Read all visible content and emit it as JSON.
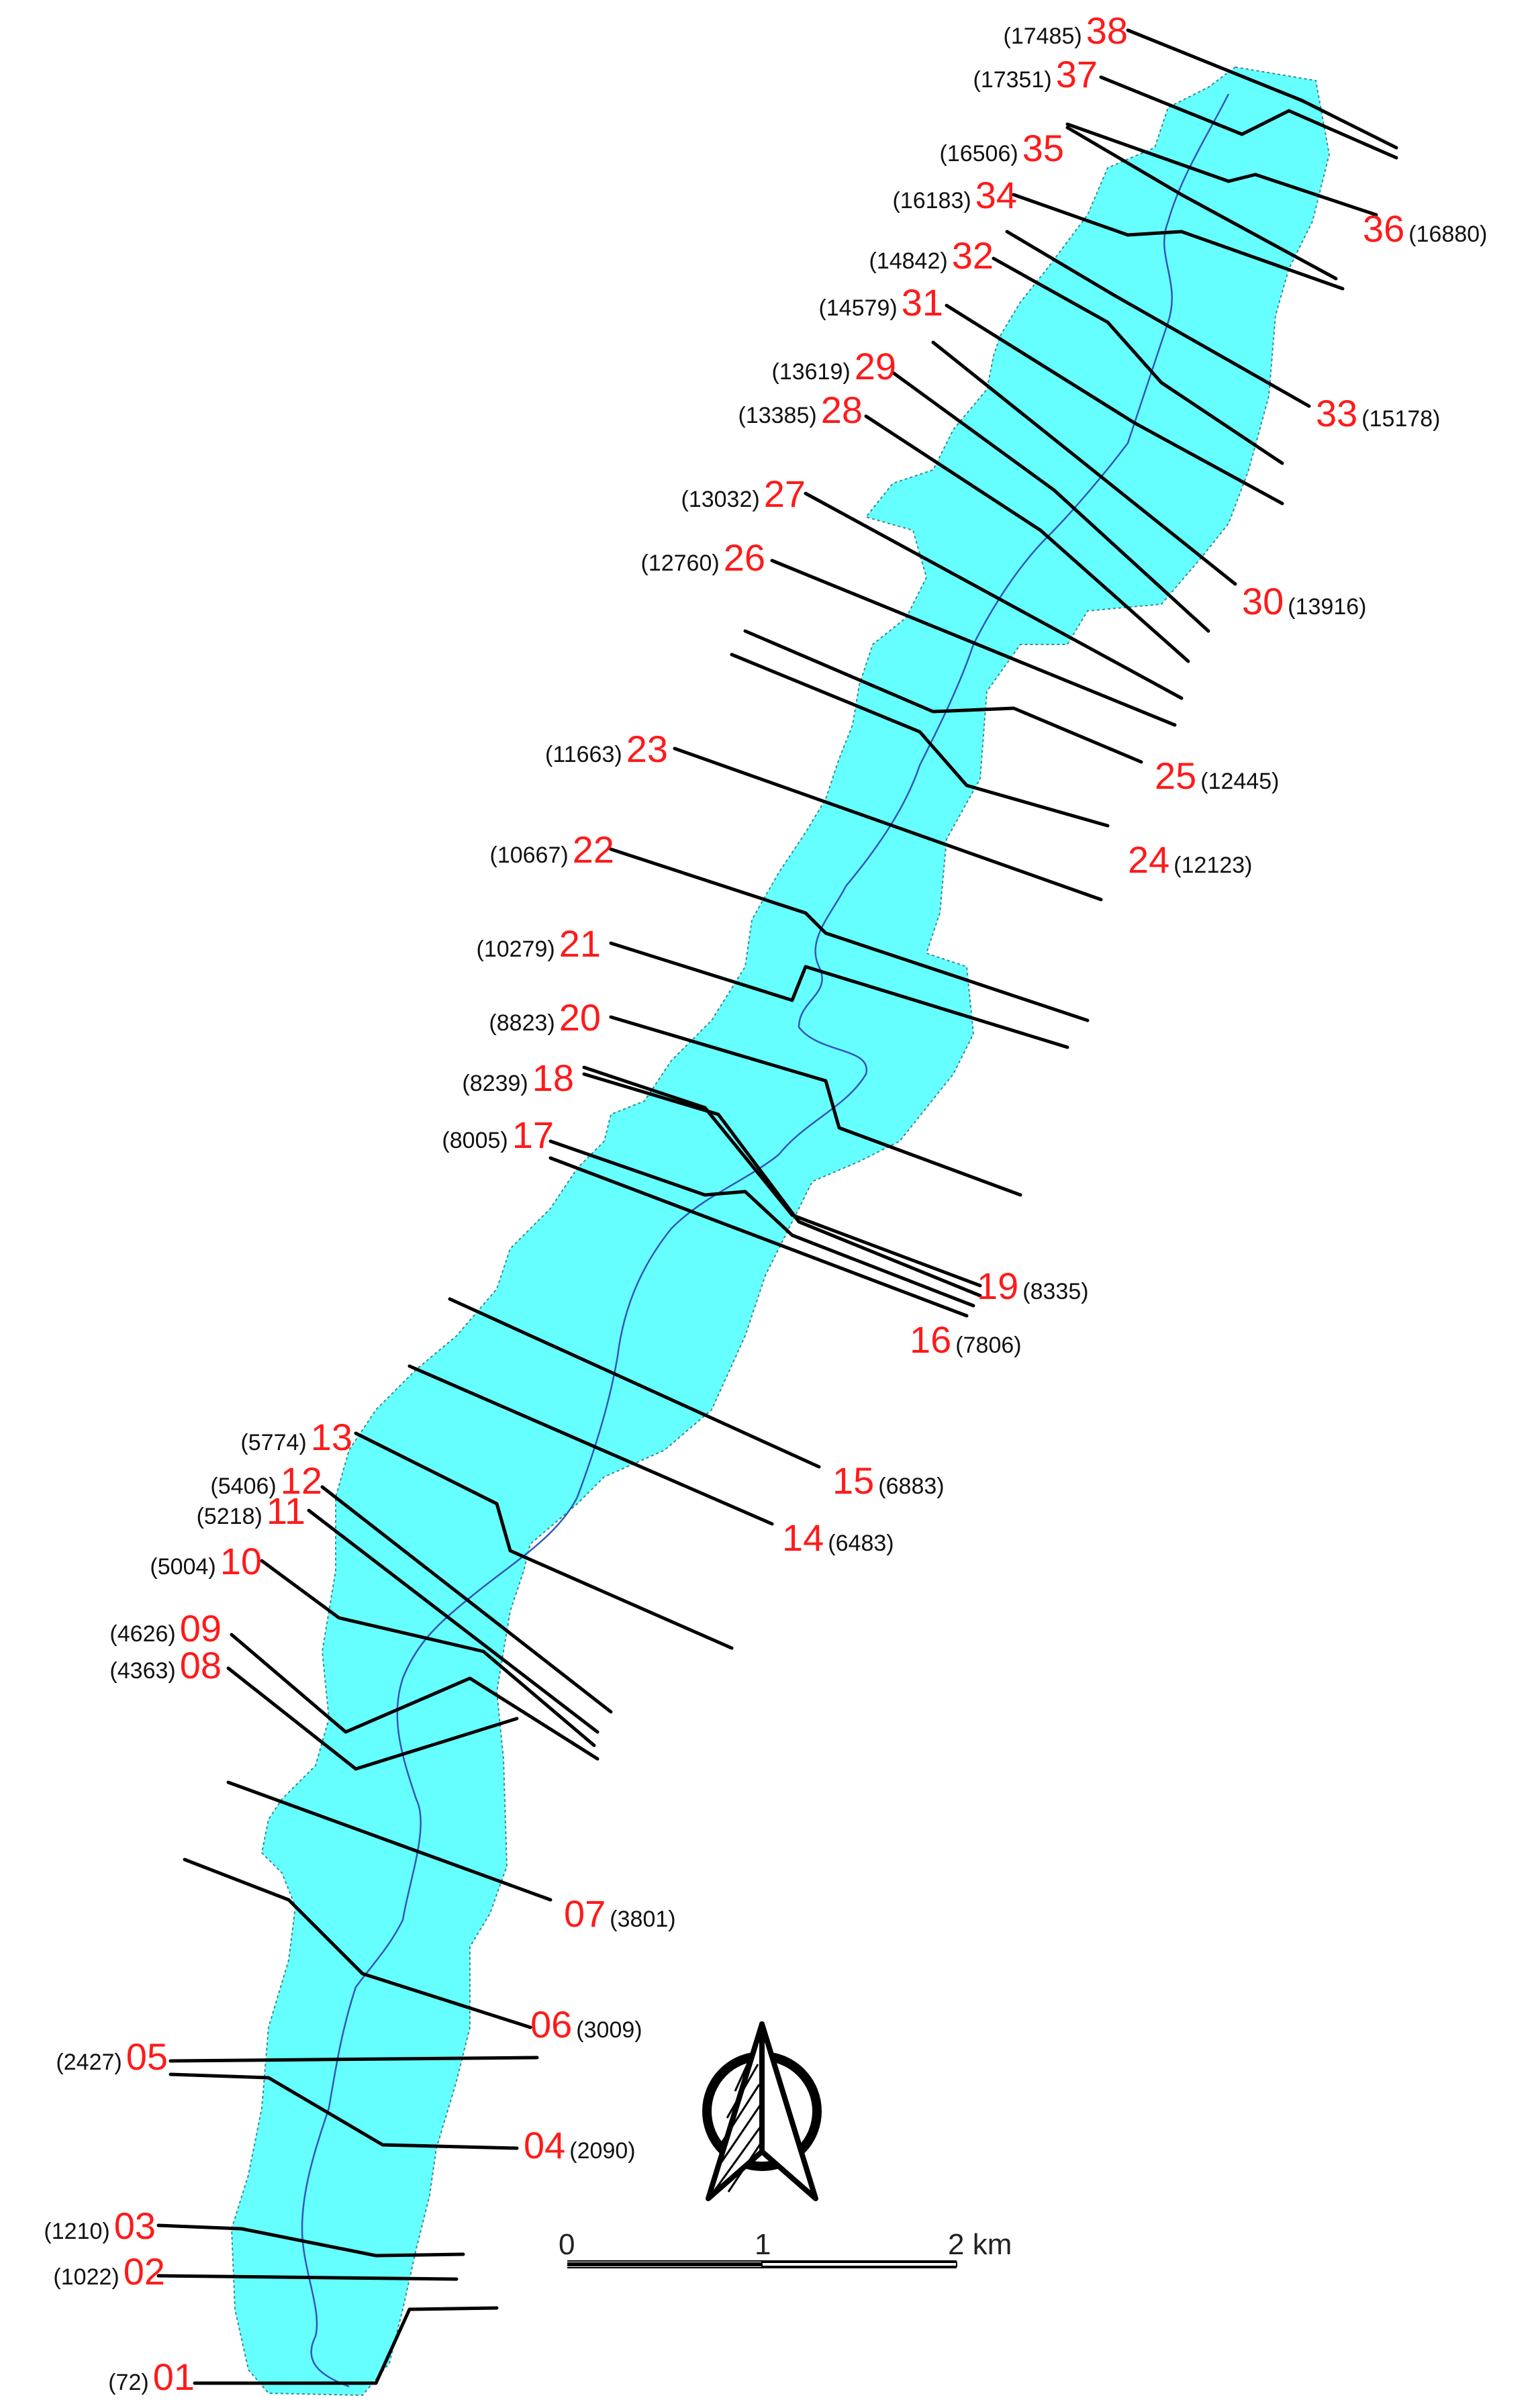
{
  "map": {
    "colors": {
      "river_corridor": "#66ffff",
      "stream": "#3355bb",
      "section_line": "#000000",
      "section_number": "#ff1a1a",
      "chainage_text": "#111111"
    },
    "cross_sections": [
      {
        "id": "01",
        "chainage": "(72)"
      },
      {
        "id": "02",
        "chainage": "(1022)"
      },
      {
        "id": "03",
        "chainage": "(1210)"
      },
      {
        "id": "04",
        "chainage": "(2090)"
      },
      {
        "id": "05",
        "chainage": "(2427)"
      },
      {
        "id": "06",
        "chainage": "(3009)"
      },
      {
        "id": "07",
        "chainage": "(3801)"
      },
      {
        "id": "08",
        "chainage": "(4363)"
      },
      {
        "id": "09",
        "chainage": "(4626)"
      },
      {
        "id": "10",
        "chainage": "(5004)"
      },
      {
        "id": "11",
        "chainage": "(5218)"
      },
      {
        "id": "12",
        "chainage": "(5406)"
      },
      {
        "id": "13",
        "chainage": "(5774)"
      },
      {
        "id": "14",
        "chainage": "(6483)"
      },
      {
        "id": "15",
        "chainage": "(6883)"
      },
      {
        "id": "16",
        "chainage": "(7806)"
      },
      {
        "id": "17",
        "chainage": "(8005)"
      },
      {
        "id": "18",
        "chainage": "(8239)"
      },
      {
        "id": "19",
        "chainage": "(8335)"
      },
      {
        "id": "20",
        "chainage": "(8823)"
      },
      {
        "id": "21",
        "chainage": "(10279)"
      },
      {
        "id": "22",
        "chainage": "(10667)"
      },
      {
        "id": "23",
        "chainage": "(11663)"
      },
      {
        "id": "24",
        "chainage": "(12123)"
      },
      {
        "id": "25",
        "chainage": "(12445)"
      },
      {
        "id": "26",
        "chainage": "(12760)"
      },
      {
        "id": "27",
        "chainage": "(13032)"
      },
      {
        "id": "28",
        "chainage": "(13385)"
      },
      {
        "id": "29",
        "chainage": "(13619)"
      },
      {
        "id": "30",
        "chainage": "(13916)"
      },
      {
        "id": "31",
        "chainage": "(14579)"
      },
      {
        "id": "32",
        "chainage": "(14842)"
      },
      {
        "id": "33",
        "chainage": "(15178)"
      },
      {
        "id": "34",
        "chainage": "(16183)"
      },
      {
        "id": "35",
        "chainage": "(16506)"
      },
      {
        "id": "36",
        "chainage": "(16880)"
      },
      {
        "id": "37",
        "chainage": "(17351)"
      },
      {
        "id": "38",
        "chainage": "(17485)"
      }
    ],
    "scale_bar": {
      "labels": [
        "0",
        "1",
        "2 km"
      ]
    },
    "north_arrow": {
      "icon": "north-arrow-icon"
    }
  }
}
